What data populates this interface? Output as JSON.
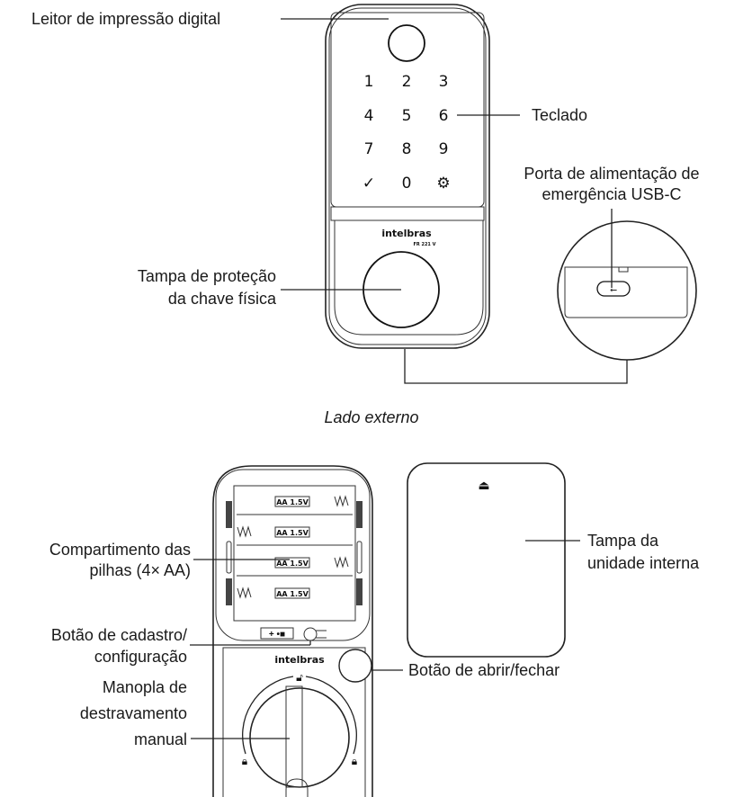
{
  "external": {
    "caption": "Lado externo",
    "labels": {
      "fingerprint": "Leitor de impressão digital",
      "keypad": "Teclado",
      "usb_line1": "Porta de alimentação de",
      "usb_line2": "emergência USB-C",
      "key_cover_line1": "Tampa de proteção",
      "key_cover_line2": "da chave física"
    },
    "keys": [
      "1",
      "2",
      "3",
      "4",
      "5",
      "6",
      "7",
      "8",
      "9",
      "✓",
      "0",
      "⚙"
    ],
    "brand": "intelbras",
    "model": "FR 221 V"
  },
  "internal": {
    "brand": "intelbras",
    "battery_label": "AA 1.5V",
    "labels": {
      "battery_line1": "Compartimento das",
      "battery_line2": "pilhas (4× AA)",
      "register_line1": "Botão de cadastro/",
      "register_line2": "configuração",
      "open_close": "Botão de abrir/fechar",
      "knob_line1": "Manopla de",
      "knob_line2": "destravamento",
      "knob_line3": "manual",
      "cover_line1": "Tampa da",
      "cover_line2": "unidade interna"
    }
  }
}
